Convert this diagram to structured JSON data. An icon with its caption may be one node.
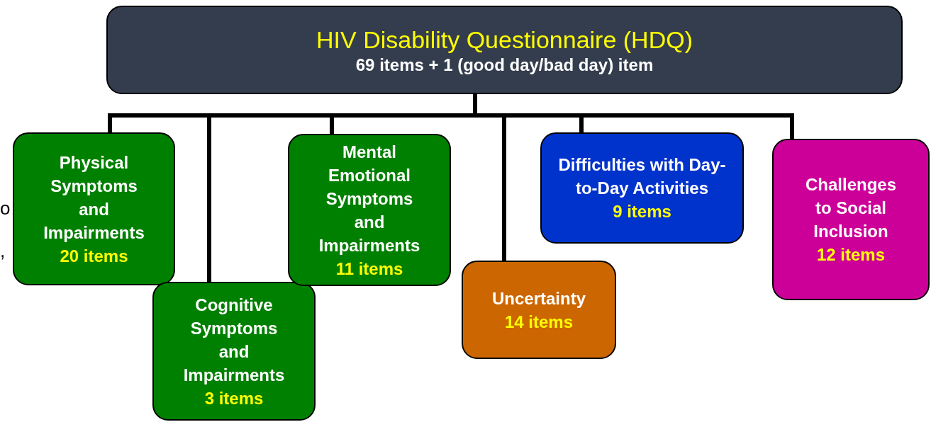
{
  "diagram": {
    "nodes": [
      {
        "text": [
          "HIV Disability Questionnaire (HDQ)",
          "69 items + 1 (good day/bad day) item"
        ]
      },
      {
        "text": [
          "Physical Symptoms and Impairments",
          "20 items"
        ]
      },
      {
        "text": [
          "Cognitive Symptoms and Impairments",
          "3 items"
        ]
      },
      {
        "text": [
          "Mental Emotional Symptoms and Impairments",
          "11 items"
        ]
      },
      {
        "text": [
          "Uncertainty",
          "14 items"
        ]
      },
      {
        "text": [
          "Difficulties with Day-to-Day Activities",
          "9 items"
        ]
      },
      {
        "text": [
          "Challenges to Social Inclusion",
          "12 items"
        ]
      }
    ],
    "edges": [
      {
        "from": 0,
        "to": 1,
        "arrow": "none"
      },
      {
        "from": 0,
        "to": 2,
        "arrow": "none"
      },
      {
        "from": 0,
        "to": 3,
        "arrow": "none"
      },
      {
        "from": 0,
        "to": 4,
        "arrow": "none"
      },
      {
        "from": 0,
        "to": 5,
        "arrow": "none"
      },
      {
        "from": 0,
        "to": 6,
        "arrow": "none"
      }
    ],
    "labels": [
      "o",
      ","
    ]
  }
}
